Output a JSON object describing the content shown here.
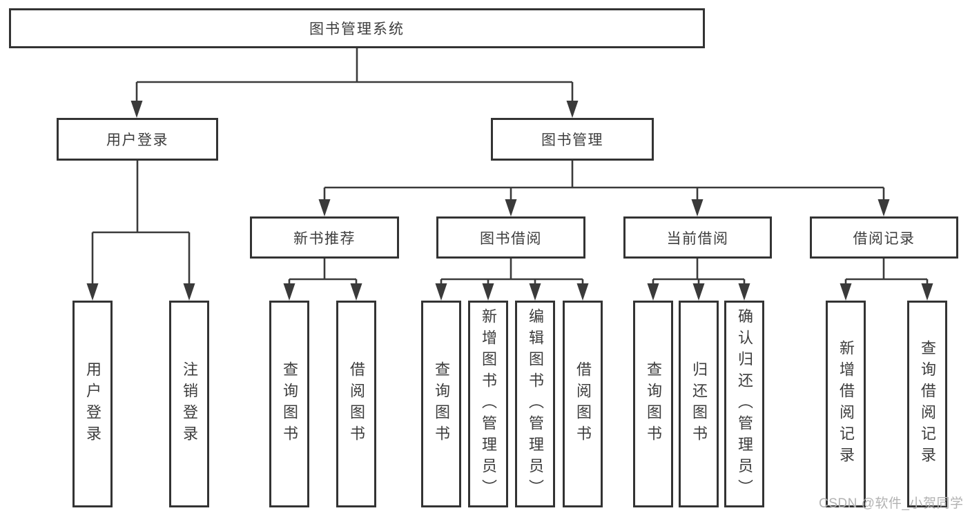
{
  "diagram": {
    "title": "图书管理系统",
    "level2": [
      {
        "label": "用户登录"
      },
      {
        "label": "图书管理"
      }
    ],
    "level3": [
      {
        "label": "新书推荐"
      },
      {
        "label": "图书借阅"
      },
      {
        "label": "当前借阅"
      },
      {
        "label": "借阅记录"
      }
    ],
    "leaves": [
      {
        "label": "用户登录"
      },
      {
        "label": "注销登录"
      },
      {
        "label": "查询图书"
      },
      {
        "label": "借阅图书"
      },
      {
        "label": "查询图书"
      },
      {
        "label": "新增图书（管理员）"
      },
      {
        "label": "编辑图书（管理员）"
      },
      {
        "label": "借阅图书"
      },
      {
        "label": "查询图书"
      },
      {
        "label": "归还图书"
      },
      {
        "label": "确认归还（管理员）"
      },
      {
        "label": "新增借阅记录"
      },
      {
        "label": "查询借阅记录"
      }
    ],
    "colors": {
      "line": "#3a3a3a",
      "border": "#333333",
      "text": "#3d3d3d",
      "watermark": "#b2b2b2"
    },
    "watermark": "CSDN @软件_小贺同学"
  }
}
